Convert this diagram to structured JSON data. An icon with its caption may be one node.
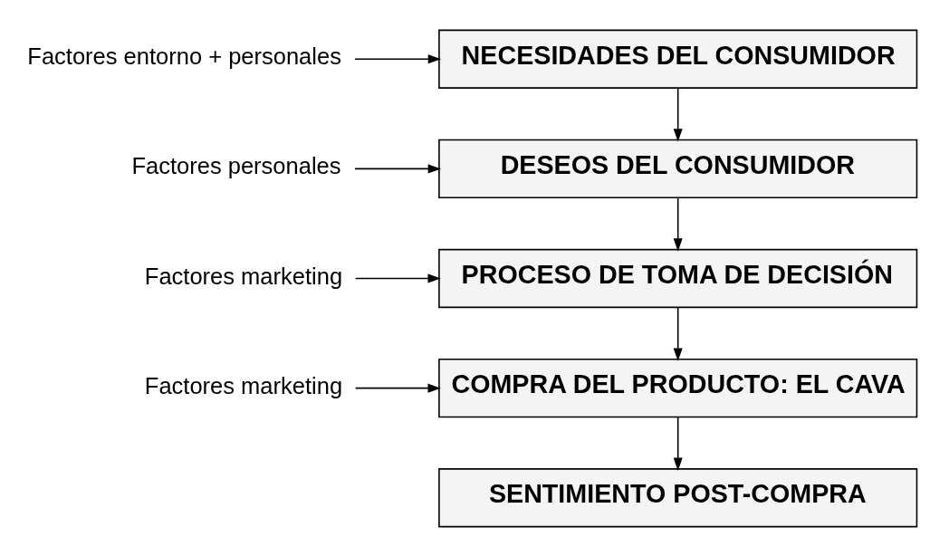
{
  "diagram": {
    "nodes": [
      {
        "text": [
          "Factores entorno + personales"
        ]
      },
      {
        "text": [
          "NECESIDADES DEL CONSUMIDOR"
        ]
      },
      {
        "text": [
          "Factores personales"
        ]
      },
      {
        "text": [
          "DESEOS DEL CONSUMIDOR"
        ]
      },
      {
        "text": [
          "Factores marketing"
        ]
      },
      {
        "text": [
          "PROCESO DE TOMA DE DECISIÓN"
        ]
      },
      {
        "text": [
          "Factores marketing"
        ]
      },
      {
        "text": [
          "COMPRA DEL PRODUCTO: EL CAVA"
        ]
      },
      {
        "text": [
          "SENTIMIENTO POST-COMPRA"
        ]
      }
    ],
    "edges": [
      {
        "from": 0,
        "to": 1,
        "arrow": "to"
      },
      {
        "from": 1,
        "to": 3,
        "arrow": "to"
      },
      {
        "from": 2,
        "to": 3,
        "arrow": "to"
      },
      {
        "from": 3,
        "to": 5,
        "arrow": "to"
      },
      {
        "from": 4,
        "to": 5,
        "arrow": "to"
      },
      {
        "from": 5,
        "to": 7,
        "arrow": "to"
      },
      {
        "from": 6,
        "to": 7,
        "arrow": "to"
      },
      {
        "from": 7,
        "to": 8,
        "arrow": "to"
      }
    ]
  }
}
